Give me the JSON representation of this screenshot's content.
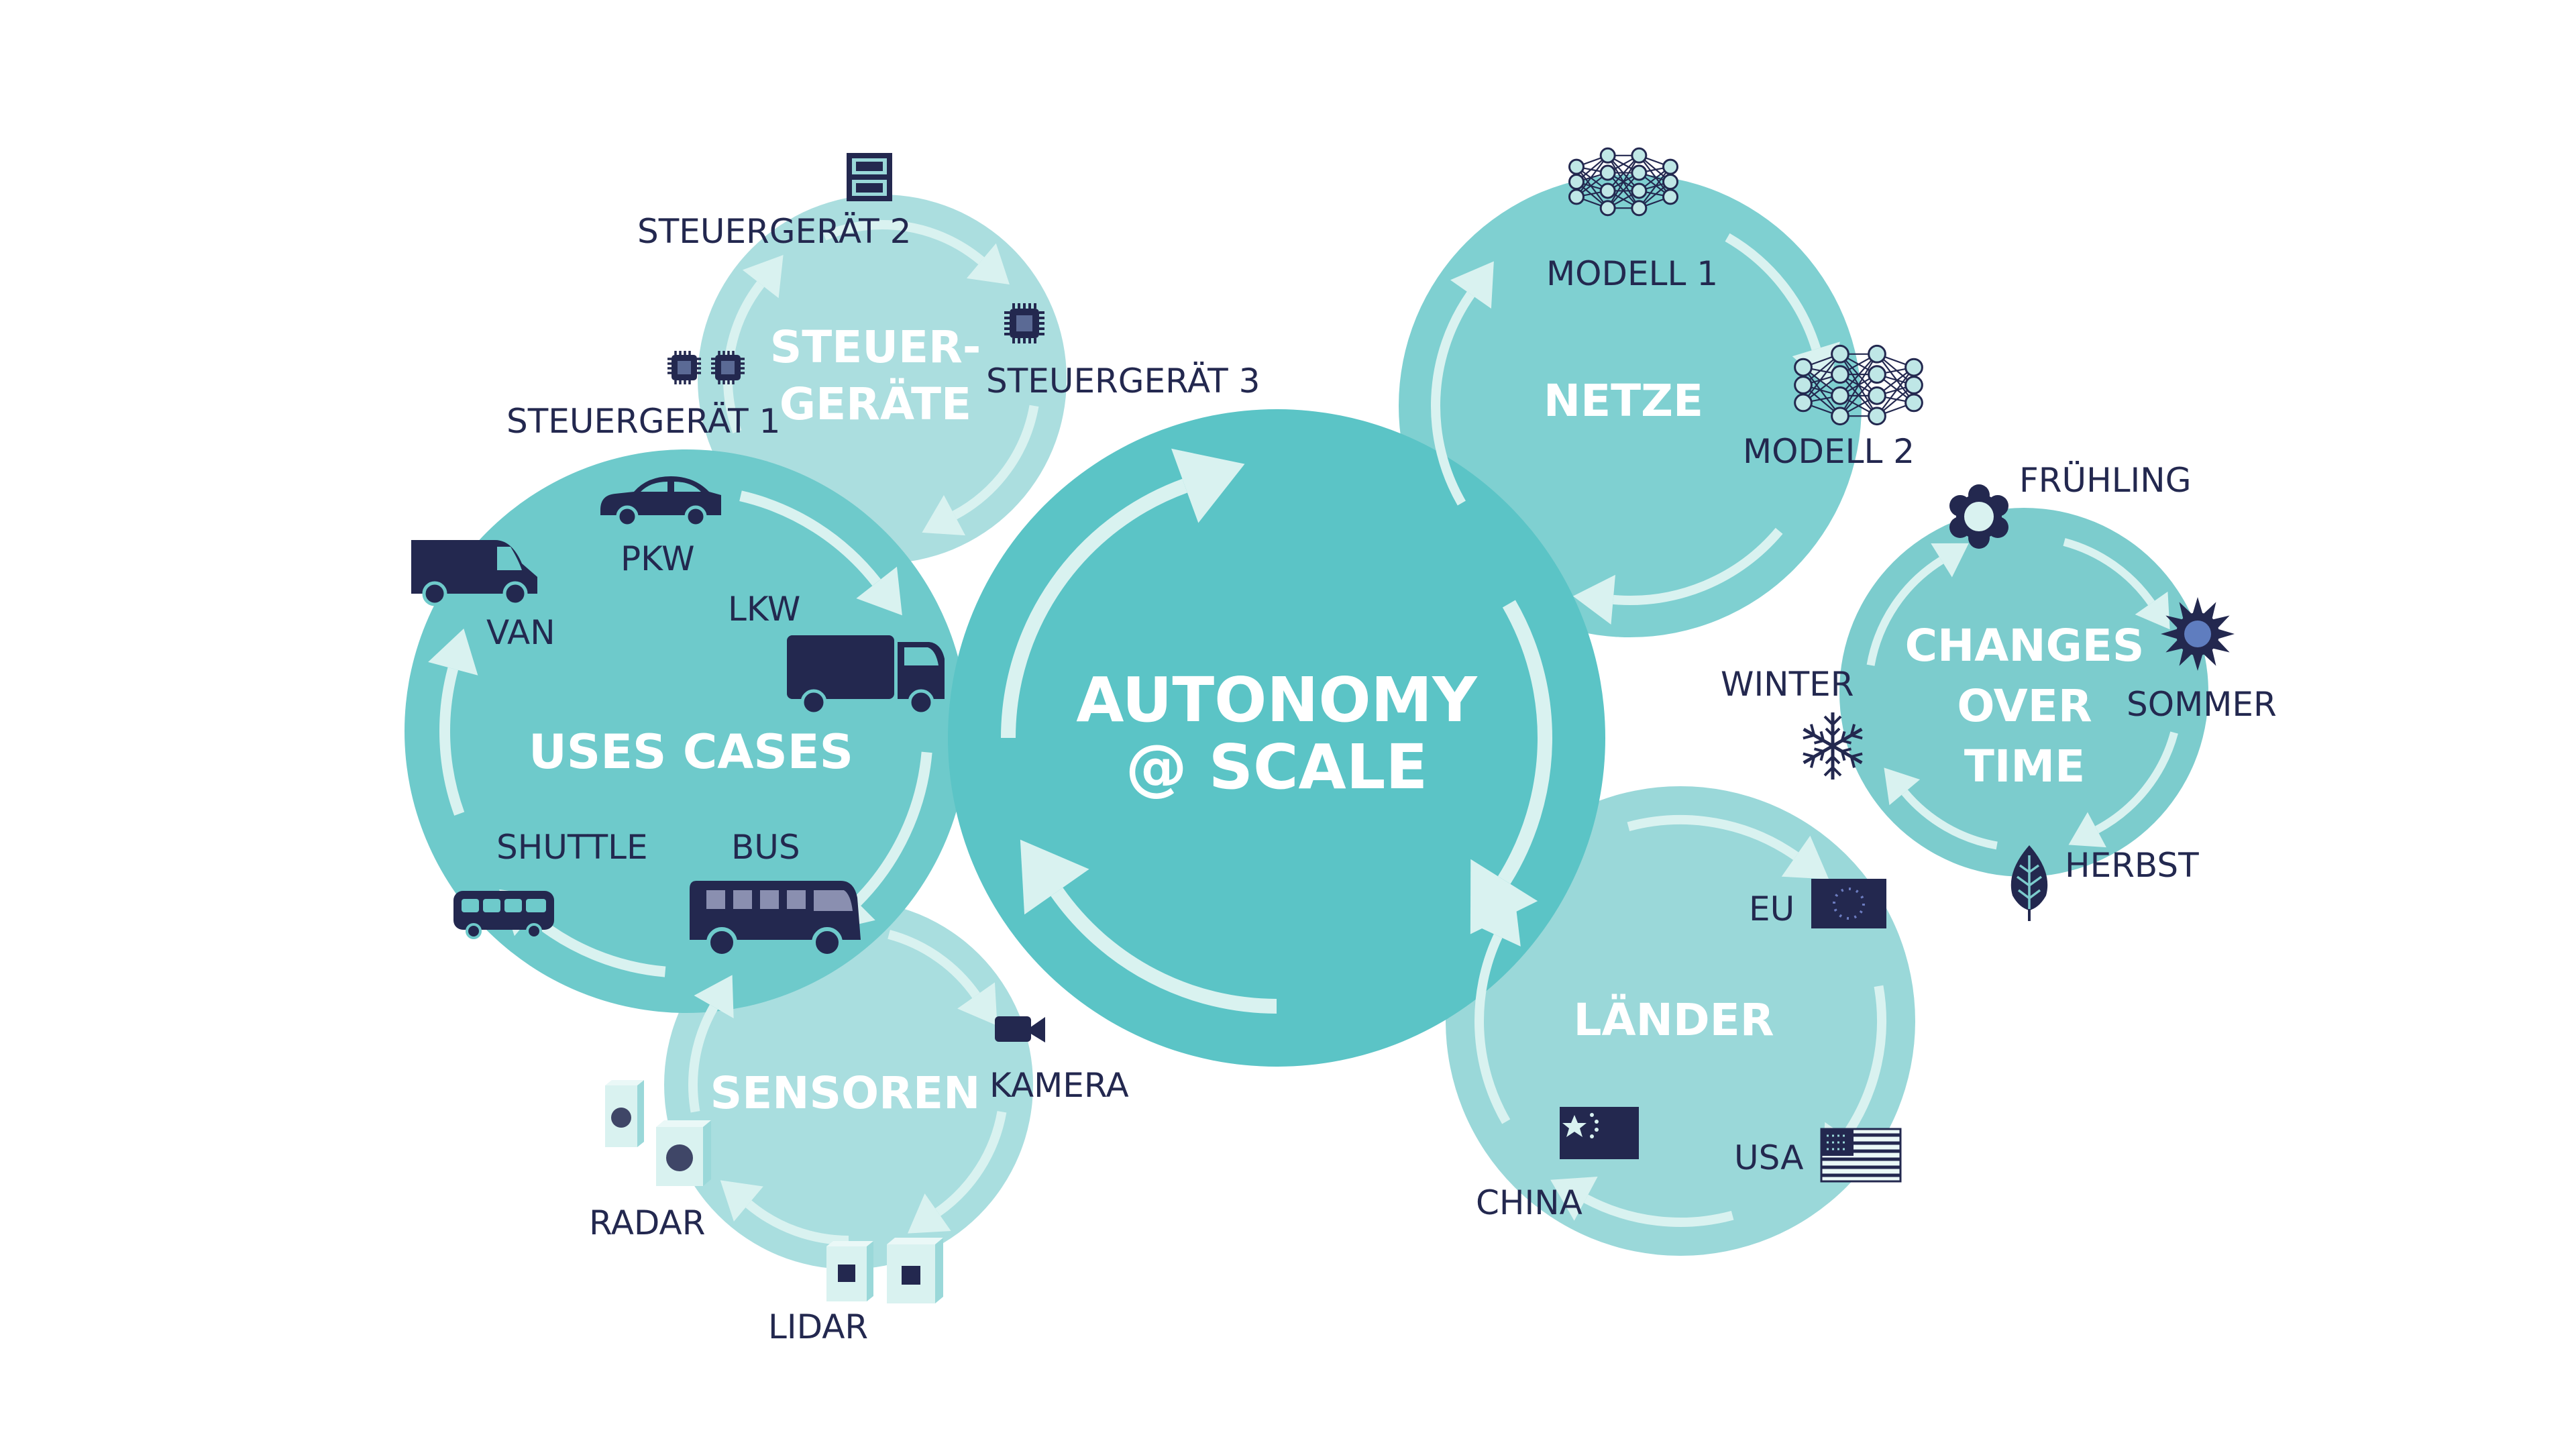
{
  "center": {
    "line1": "AUTONOMY",
    "line2": "@ SCALE"
  },
  "clusters": {
    "steuergeraete": {
      "title_line1": "STEUER-",
      "title_line2": "GERÄTE",
      "items": [
        "STEUERGERÄT 2",
        "STEUERGERÄT 3",
        "STEUERGERÄT 1"
      ]
    },
    "uses_cases": {
      "title": "USES CASES",
      "items": [
        "PKW",
        "VAN",
        "LKW",
        "SHUTTLE",
        "BUS"
      ]
    },
    "sensoren": {
      "title": "SENSOREN",
      "items": [
        "KAMERA",
        "RADAR",
        "LIDAR"
      ]
    },
    "netze": {
      "title": "NETZE",
      "items": [
        "MODELL 1",
        "MODELL 2"
      ]
    },
    "laender": {
      "title": "LÄNDER",
      "items": [
        "EU",
        "USA",
        "CHINA"
      ]
    },
    "changes": {
      "title_line1": "CHANGES",
      "title_line2": "OVER",
      "title_line3": "TIME",
      "items": [
        "FRÜHLING",
        "SOMMER",
        "WINTER",
        "HERBST"
      ]
    }
  },
  "icons": [
    "ecu-box-icon",
    "chip-icon",
    "car-icon",
    "van-icon",
    "truck-icon",
    "shuttle-icon",
    "bus-icon",
    "camera-icon",
    "radar-icon",
    "lidar-icon",
    "neural-network-icon",
    "eu-flag-icon",
    "usa-flag-icon",
    "china-flag-icon",
    "flower-icon",
    "sun-icon",
    "snowflake-icon",
    "leaf-icon"
  ],
  "colors": {
    "navy": "#23284f",
    "center": "#5bc4c6",
    "uses_cases": "#6ecacb",
    "netze": "#7fd0d1",
    "changes": "#7ccccd",
    "laender": "#9ad8d9",
    "sensoren": "#a9dedf",
    "steuergeraete": "#abdedf",
    "arrow": "#d9f2f0"
  }
}
